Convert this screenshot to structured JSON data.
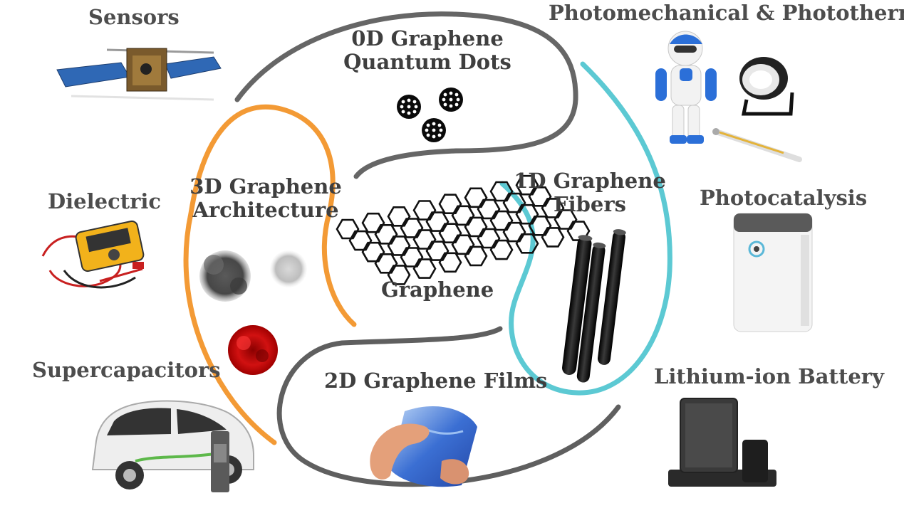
{
  "applications": {
    "sensors": "Sensors",
    "photomechanical": "Photomechanical & Photothermal",
    "dielectric": "Dielectric",
    "photocatalysis": "Photocatalysis",
    "supercapacitors": "Supercapacitors",
    "lithium_battery": "Lithium-ion Battery"
  },
  "structures": {
    "zero_d_line1": "0D Graphene",
    "zero_d_line2": "Quantum Dots",
    "one_d_line1": "1D Graphene",
    "one_d_line2": "Fibers",
    "two_d": "2D Graphene Films",
    "three_d_line1": "3D Graphene",
    "three_d_line2": "Architecture",
    "center": "Graphene"
  },
  "colors": {
    "zero_d_curve": "#666666",
    "two_d_curve": "#5f5f5f",
    "three_d_curve": "#f39a35",
    "one_d_curve": "#5cc9d3",
    "label_text": "#4d4d4d"
  },
  "icons": {
    "sensors": "satellite-icon",
    "photomechanical": "robot-icon",
    "photothermal_lamp": "spotlight-icon",
    "photothermal_thermometer": "thermometer-icon",
    "dielectric": "multimeter-icon",
    "photocatalysis": "air-purifier-icon",
    "supercapacitors": "electric-car-icon",
    "lithium_battery": "tablet-phone-icon",
    "zero_d": "quantum-dot-icon",
    "one_d": "fiber-rod-icon",
    "two_d": "flexible-film-icon",
    "three_d": "aerogel-icon",
    "center": "honeycomb-lattice-icon"
  }
}
